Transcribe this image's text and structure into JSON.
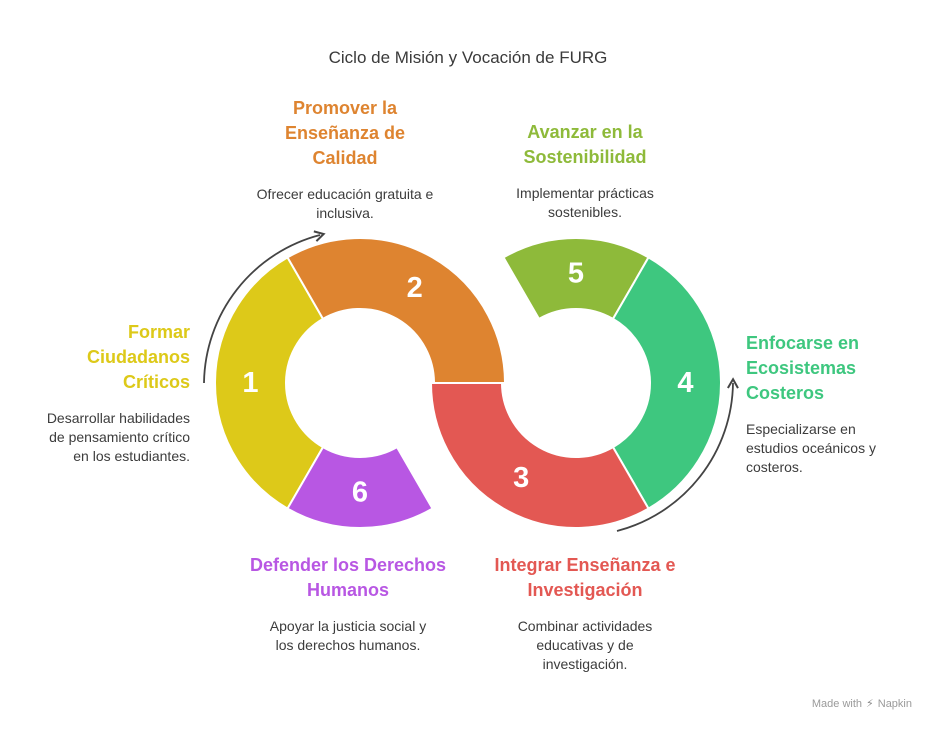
{
  "title": "Ciclo de Misión y Vocación de FURG",
  "colors": {
    "yellow": "#DDC919",
    "orange": "#DE8430",
    "red": "#E35853",
    "green_teal": "#3EC77F",
    "lime": "#8EBA3A",
    "purple": "#B857E3"
  },
  "segments": [
    {
      "number": "1",
      "heading": "Formar Ciudadanos Críticos",
      "description": "Desarrollar habilidades de pensamiento crítico en los estudiantes.",
      "color": "#DDC919"
    },
    {
      "number": "2",
      "heading": "Promover la Enseñanza de Calidad",
      "description": "Ofrecer educación gratuita e inclusiva.",
      "color": "#DE8430"
    },
    {
      "number": "3",
      "heading": "Integrar Enseñanza e Investigación",
      "description": "Combinar actividades educativas y de investigación.",
      "color": "#E35853"
    },
    {
      "number": "4",
      "heading": "Enfocarse en Ecosistemas Costeros",
      "description": "Especializarse en estudios oceánicos y costeros.",
      "color": "#3EC77F"
    },
    {
      "number": "5",
      "heading": "Avanzar en la Sostenibilidad",
      "description": "Implementar prácticas sostenibles.",
      "color": "#8EBA3A"
    },
    {
      "number": "6",
      "heading": "Defender los Derechos Humanos",
      "description": "Apoyar la justicia social y los derechos humanos.",
      "color": "#B857E3"
    }
  ],
  "credit": {
    "text": "Made with",
    "brand": "Napkin",
    "icon": "napkin-logo-icon"
  }
}
